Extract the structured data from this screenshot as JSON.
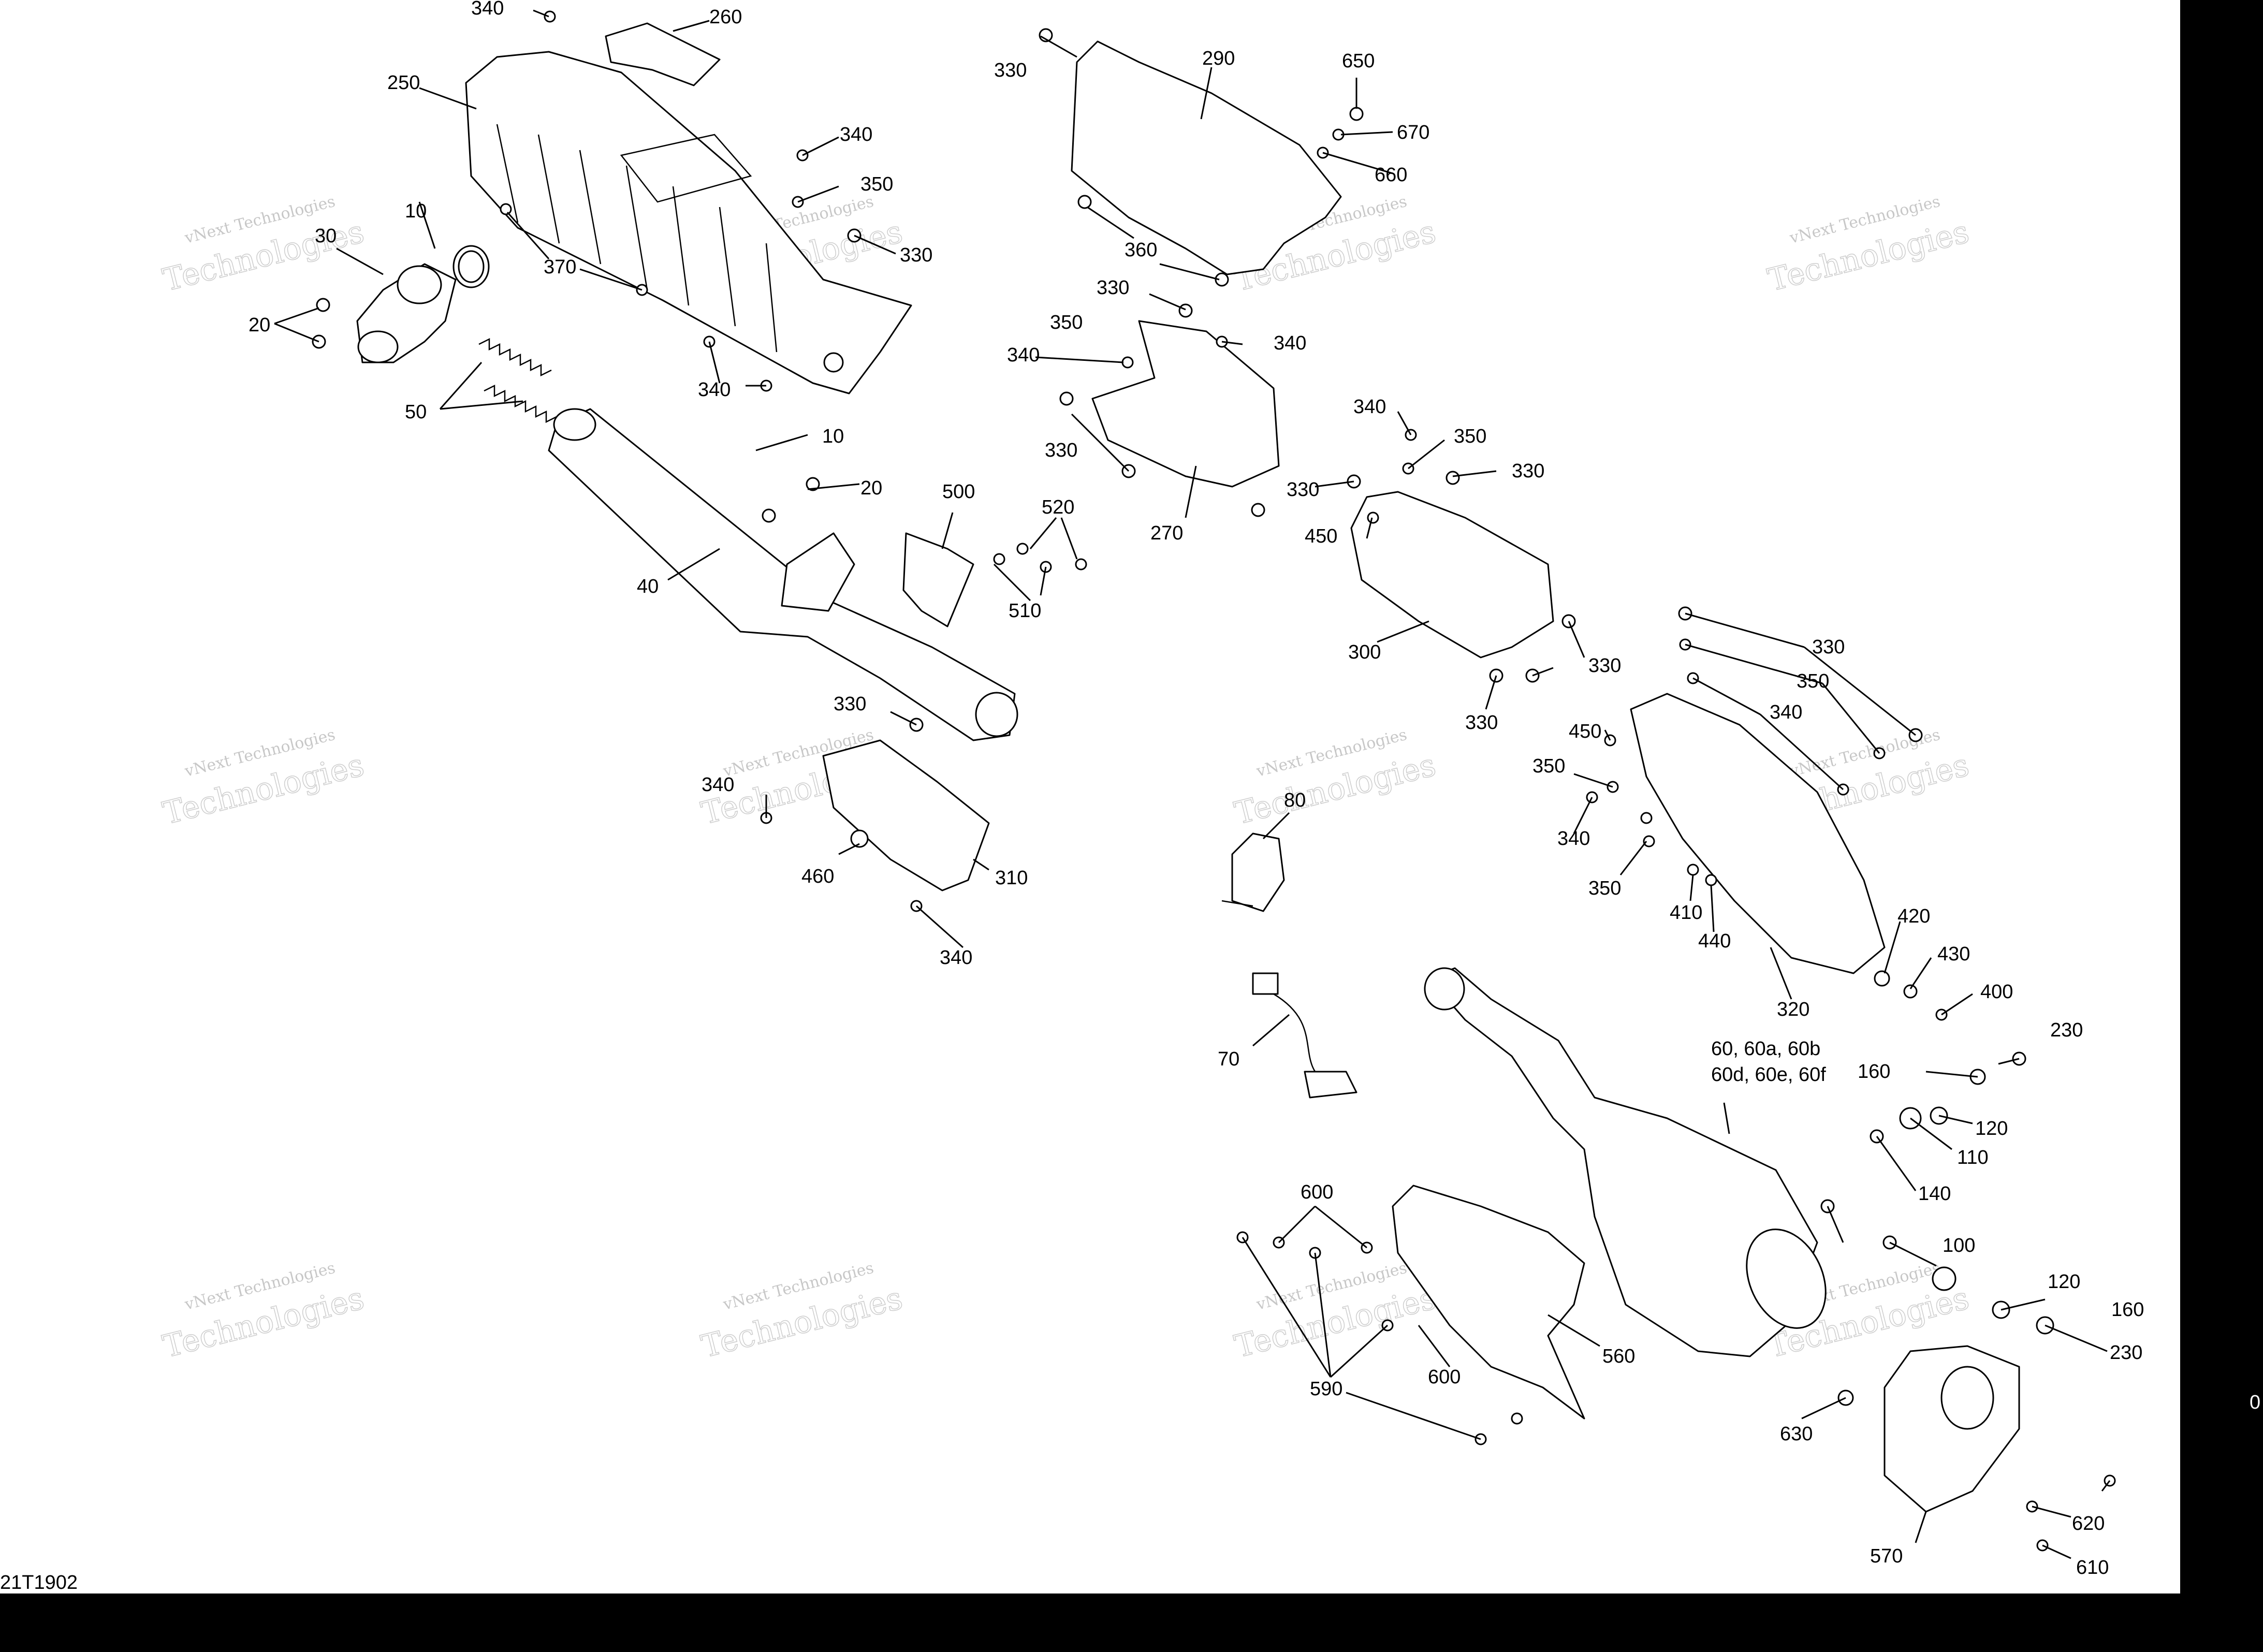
{
  "diagram": {
    "code": "21T1902",
    "edge_fragment": "0",
    "watermark": {
      "line1": "vNext Technologies",
      "line2": "Technologies"
    },
    "callouts": [
      {
        "id": "c340a",
        "label": "340"
      },
      {
        "id": "c260",
        "label": "260"
      },
      {
        "id": "c250",
        "label": "250"
      },
      {
        "id": "c340b",
        "label": "340"
      },
      {
        "id": "c350a",
        "label": "350"
      },
      {
        "id": "c330a",
        "label": "330"
      },
      {
        "id": "c10a",
        "label": "10"
      },
      {
        "id": "c30",
        "label": "30"
      },
      {
        "id": "c370",
        "label": "370"
      },
      {
        "id": "c20a",
        "label": "20"
      },
      {
        "id": "c340c",
        "label": "340"
      },
      {
        "id": "c50",
        "label": "50"
      },
      {
        "id": "c10b",
        "label": "10"
      },
      {
        "id": "c20b",
        "label": "20"
      },
      {
        "id": "c40",
        "label": "40"
      },
      {
        "id": "c500",
        "label": "500"
      },
      {
        "id": "c520",
        "label": "520"
      },
      {
        "id": "c510",
        "label": "510"
      },
      {
        "id": "c330b",
        "label": "330"
      },
      {
        "id": "c290",
        "label": "290"
      },
      {
        "id": "c650",
        "label": "650"
      },
      {
        "id": "c670",
        "label": "670"
      },
      {
        "id": "c660",
        "label": "660"
      },
      {
        "id": "c360",
        "label": "360"
      },
      {
        "id": "c330c",
        "label": "330"
      },
      {
        "id": "c350b",
        "label": "350"
      },
      {
        "id": "c340d",
        "label": "340"
      },
      {
        "id": "c340e",
        "label": "340"
      },
      {
        "id": "c330d",
        "label": "330"
      },
      {
        "id": "c270",
        "label": "270"
      },
      {
        "id": "c340f",
        "label": "340"
      },
      {
        "id": "c350c",
        "label": "350"
      },
      {
        "id": "c330e",
        "label": "330"
      },
      {
        "id": "c330f",
        "label": "330"
      },
      {
        "id": "c450a",
        "label": "450"
      },
      {
        "id": "c300",
        "label": "300"
      },
      {
        "id": "c330g",
        "label": "330"
      },
      {
        "id": "c330h",
        "label": "330"
      },
      {
        "id": "c330i",
        "label": "330"
      },
      {
        "id": "c350d",
        "label": "350"
      },
      {
        "id": "c340g",
        "label": "340"
      },
      {
        "id": "c450b",
        "label": "450"
      },
      {
        "id": "c350e",
        "label": "350"
      },
      {
        "id": "c340h",
        "label": "340"
      },
      {
        "id": "c350f",
        "label": "350"
      },
      {
        "id": "c410",
        "label": "410"
      },
      {
        "id": "c440",
        "label": "440"
      },
      {
        "id": "c320",
        "label": "320"
      },
      {
        "id": "c420",
        "label": "420"
      },
      {
        "id": "c430",
        "label": "430"
      },
      {
        "id": "c400",
        "label": "400"
      },
      {
        "id": "c330j",
        "label": "330"
      },
      {
        "id": "c340i",
        "label": "340"
      },
      {
        "id": "c460",
        "label": "460"
      },
      {
        "id": "c310",
        "label": "310"
      },
      {
        "id": "c340j",
        "label": "340"
      },
      {
        "id": "c80",
        "label": "80"
      },
      {
        "id": "c70",
        "label": "70"
      },
      {
        "id": "c60a",
        "label": "60, 60a, 60b"
      },
      {
        "id": "c60b",
        "label": "60d, 60e, 60f"
      },
      {
        "id": "c230a",
        "label": "230"
      },
      {
        "id": "c160a",
        "label": "160"
      },
      {
        "id": "c120a",
        "label": "120"
      },
      {
        "id": "c110",
        "label": "110"
      },
      {
        "id": "c140",
        "label": "140"
      },
      {
        "id": "c100",
        "label": "100"
      },
      {
        "id": "c120b",
        "label": "120"
      },
      {
        "id": "c160b",
        "label": "160"
      },
      {
        "id": "c230b",
        "label": "230"
      },
      {
        "id": "c600a",
        "label": "600"
      },
      {
        "id": "c560",
        "label": "560"
      },
      {
        "id": "c600b",
        "label": "600"
      },
      {
        "id": "c590",
        "label": "590"
      },
      {
        "id": "c630",
        "label": "630"
      },
      {
        "id": "c570",
        "label": "570"
      },
      {
        "id": "c620",
        "label": "620"
      },
      {
        "id": "c610",
        "label": "610"
      }
    ]
  }
}
